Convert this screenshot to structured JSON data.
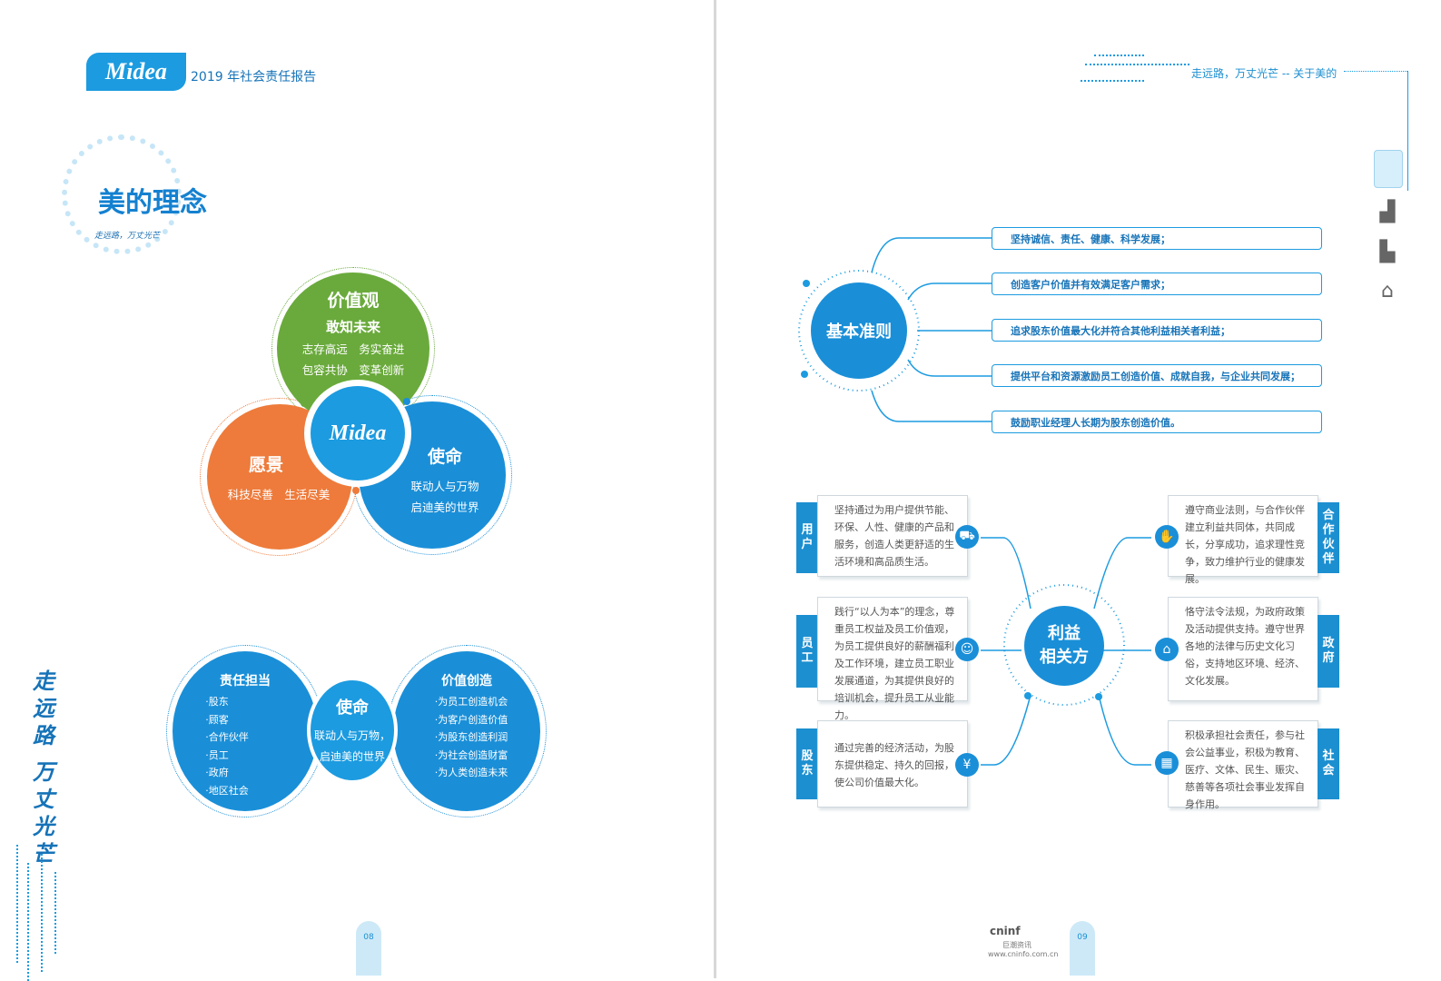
{
  "left_page": {
    "logo_text": "Midea",
    "report_title": "2019 年社会责任报告",
    "section_title": "美的理念",
    "brush_caption": "走远路，万丈光芒",
    "vertical_brush": [
      "走",
      "远",
      "路",
      "万",
      "丈",
      "光",
      "芒"
    ],
    "page_number": "08",
    "venn": {
      "values": {
        "title": "价值观",
        "subtitle": "敢知未来",
        "line1": "志存高远　务实奋进",
        "line2": "包容共协　变革创新"
      },
      "vision": {
        "title": "愿景",
        "line1": "科技尽善　生活尽美"
      },
      "mission": {
        "title": "使命",
        "line1": "联动人与万物",
        "line2": "启迪美的世界"
      },
      "center_logo": "Midea"
    },
    "lower": {
      "left_title": "责任担当",
      "left_items": [
        "·股东",
        "·顾客",
        "·合作伙伴",
        "·员工",
        "·政府",
        "·地区社会"
      ],
      "center_title": "使命",
      "center_line1": "联动人与万物，",
      "center_line2": "启迪美的世界",
      "right_title": "价值创造",
      "right_items": [
        "·为员工创造机会",
        "·为客户创造价值",
        "·为股东创造利润",
        "·为社会创造财富",
        "·为人类创造未来"
      ]
    }
  },
  "right_page": {
    "slogan": "走远路，万丈光芒 -- 关于美的",
    "page_number": "09",
    "principles": {
      "hub": "基本准则",
      "items": [
        "坚持诚信、责任、健康、科学发展；",
        "创造客户价值并有效满足客户需求；",
        "追求股东价值最大化并符合其他利益相关者利益；",
        "提供平台和资源激励员工创造价值、成就自我，与企业共同发展；",
        "鼓励职业经理人长期为股东创造价值。"
      ]
    },
    "stakeholders": {
      "hub_line1": "利益",
      "hub_line2": "相关方",
      "left": [
        {
          "tag": "用户",
          "text": "坚持通过为用户提供节能、环保、人性、健康的产品和服务，创造人类更舒适的生活环境和高品质生活。"
        },
        {
          "tag": "员工",
          "text": "践行“以人为本”的理念，尊重员工权益及员工价值观，为员工提供良好的薪酬福利及工作环境，建立员工职业发展通道，为其提供良好的培训机会，提升员工从业能力。"
        },
        {
          "tag": "股东",
          "text": "通过完善的经济活动，为股东提供稳定、持久的回报，使公司价值最大化。"
        }
      ],
      "right": [
        {
          "tag": "合作伙伴",
          "text": "遵守商业法则，与合作伙伴建立利益共同体，共同成长，分享成功，追求理性竞争，致力维护行业的健康发展。"
        },
        {
          "tag": "政府",
          "text": "恪守法令法规，为政府政策及活动提供支持。遵守世界各地的法律与历史文化习俗，支持地区环境、经济、文化发展。"
        },
        {
          "tag": "社会",
          "text": "积极承担社会责任，参与社会公益事业，积极为教育、医疗、文体、民生、赈灾、慈善等各项社会事业发挥自身作用。"
        }
      ]
    },
    "watermark": {
      "name": "cninf",
      "sub": "巨潮资讯",
      "url": "www.cninfo.com.cn"
    }
  },
  "colors": {
    "blue": "#1a8fd8",
    "green": "#6aaa3c",
    "orange": "#ee7b3b"
  }
}
